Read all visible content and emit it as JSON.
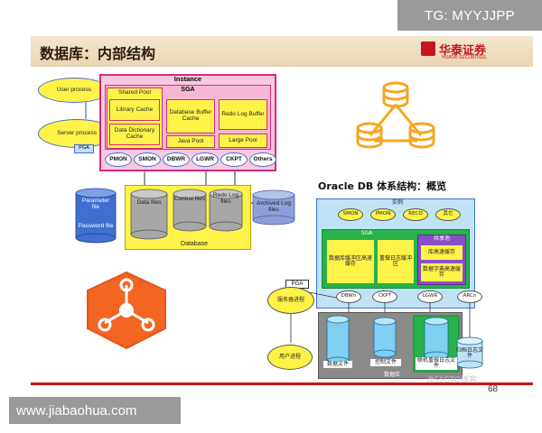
{
  "watermark_top": "TG: MYYJJPP",
  "watermark_bottom": "www.jiabaohua.com",
  "slide": {
    "title": "数据库：内部结构",
    "brand": "华泰证券",
    "brand_sub": "HUATAI SECURITIES",
    "page_number": "68",
    "faint_watermark": "@51CTO博客"
  },
  "left_diagram": {
    "instance": "Instance",
    "sga": "SGA",
    "user_process": "User process",
    "server_process": "Server process",
    "pga": "PGA",
    "shared_pool": "Shared Pool",
    "library_cache": "Library Cache",
    "data_dictionary_cache": "Data Dictionary Cache",
    "db_buffer_cache": "Database Buffer Cache",
    "redo_log_buffer": "Redo Log Buffer",
    "java_pool": "Java Pool",
    "large_pool": "Large Pool",
    "processes": [
      "PMON",
      "SMON",
      "DBWR",
      "LGWR",
      "CKPT",
      "Others"
    ],
    "database": "Database",
    "data_files": "Data files",
    "control_files": "Control files",
    "redo_log_files": "Redo Log files",
    "parameter_file": "Parameter file",
    "password_file": "Password file",
    "archived_log_files": "Archived Log files"
  },
  "right_diagram": {
    "heading": "Oracle DB 体系结构：概览",
    "instance": "实例",
    "top_processes": [
      "SMON",
      "PMON",
      "RECO",
      "其它"
    ],
    "sga": "SGA",
    "shared_pool": "共享池",
    "db_buffer": "数据库缓冲区高速缓存",
    "redo_buffer": "重做日志缓冲区",
    "library_cache": "库高速缓存",
    "dict_cache": "数据字典高速缓存",
    "pga": "PGA",
    "server_process": "服务器进程",
    "bottom_processes": [
      "DBWn",
      "CKPT",
      "LGWR",
      "ARCn"
    ],
    "user_process": "用户进程",
    "data_file": "数据文件",
    "control_file": "控制文件",
    "redo_file": "联机重做日志文件",
    "database": "数据库",
    "archive_files": "归档日志文件"
  },
  "colors": {
    "instance_border": "#d62a7a",
    "sga_fill": "#f9c9e0",
    "yellow": "#fff34a",
    "orange": "#f5a623",
    "hex_orange": "#f26522",
    "blue_ellipse": "#3f6fd1",
    "right_bg": "#bfe3f5",
    "green": "#27b24a",
    "purple": "#8a4fc7"
  }
}
